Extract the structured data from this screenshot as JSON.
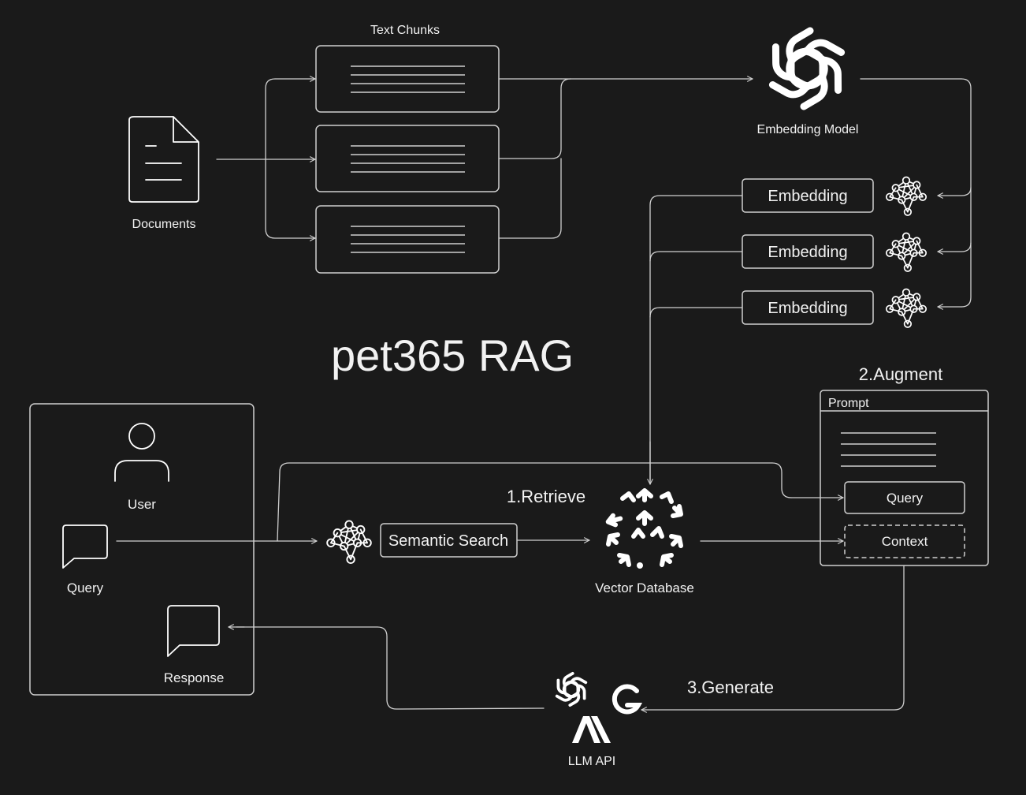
{
  "title": "pet365 RAG",
  "documents": {
    "label": "Documents",
    "icon": "document-icon"
  },
  "text_chunks": {
    "label": "Text Chunks",
    "count": 3
  },
  "embedding_model": {
    "label": "Embedding Model",
    "icon": "openai-logo-icon"
  },
  "embeddings": [
    {
      "label": "Embedding"
    },
    {
      "label": "Embedding"
    },
    {
      "label": "Embedding"
    }
  ],
  "user_panel": {
    "user_label": "User",
    "query_label": "Query",
    "response_label": "Response"
  },
  "semantic_search": {
    "label": "Semantic Search"
  },
  "vector_database": {
    "label": "Vector Database"
  },
  "steps": {
    "retrieve": "1.Retrieve",
    "augment": "2.Augment",
    "generate": "3.Generate"
  },
  "prompt": {
    "title": "Prompt",
    "query_label": "Query",
    "context_label": "Context"
  },
  "llm_api": {
    "label": "LLM API"
  },
  "colors": {
    "background": "#1a1a1a",
    "stroke": "#d0d0d0",
    "text": "#f2f2f2"
  }
}
